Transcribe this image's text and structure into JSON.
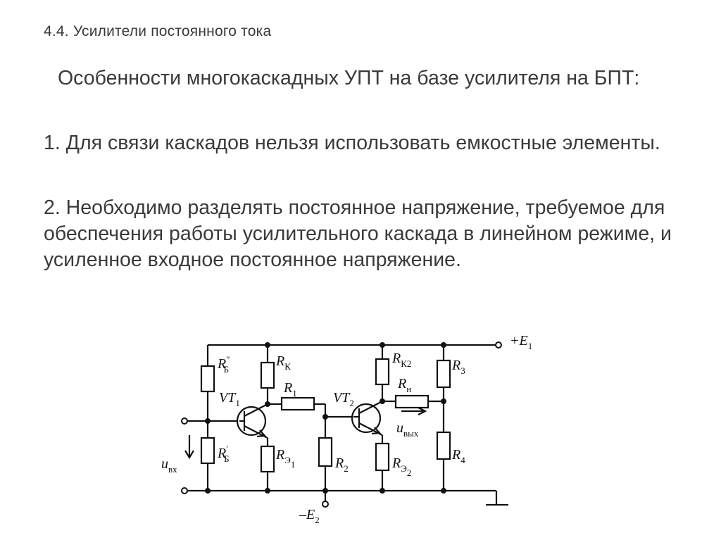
{
  "slide": {
    "section_title": "4.4. Усилители постоянного тока",
    "intro": "Особенности многокаскадных УПТ на базе усилителя на БПТ:",
    "point1": "1. Для связи каскадов нельзя использовать емкостные элементы.",
    "point2": "2. Необходимо разделять постоянное напряжение, требуемое для обеспечения работы усилительного каскада в линейном режиме, и усиленное входное постоянное напряжение."
  },
  "circuit": {
    "supply_pos": {
      "main": "+E",
      "sub": "1"
    },
    "supply_neg": {
      "main": "–E",
      "sub": "2"
    },
    "rb_top": {
      "main": "R",
      "sub": "Б",
      "prime": "″"
    },
    "rb_bottom": {
      "main": "R",
      "sub": "Б",
      "prime": "′"
    },
    "rk": {
      "main": "R",
      "sub": "К"
    },
    "r1": {
      "main": "R",
      "sub": "1"
    },
    "vt1": {
      "main": "VT",
      "sub": "1"
    },
    "re1": {
      "main": "R",
      "sub": "Э",
      "sub2": "1"
    },
    "r2": {
      "main": "R",
      "sub": "2"
    },
    "vt2": {
      "main": "VT",
      "sub": "2"
    },
    "rk2": {
      "main": "R",
      "sub": "К2"
    },
    "rn": {
      "main": "R",
      "sub": "н"
    },
    "re2": {
      "main": "R",
      "sub": "Э",
      "sub2": "2"
    },
    "r3": {
      "main": "R",
      "sub": "3"
    },
    "r4": {
      "main": "R",
      "sub": "4"
    },
    "u_in": {
      "main": "u",
      "sub": "вх"
    },
    "u_out": {
      "main": "u",
      "sub": "вых"
    }
  }
}
